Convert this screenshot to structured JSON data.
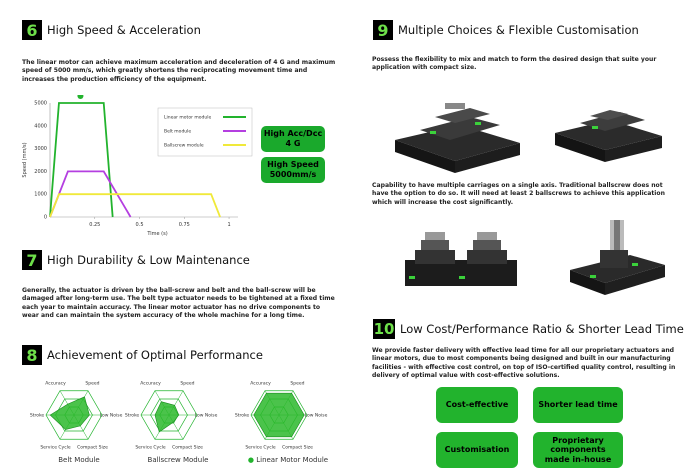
{
  "s6": {
    "num": "6",
    "title": "High Speed & Acceleration",
    "para": "The linear motor can achieve maximum acceleration and deceleration of 4 G and maximum speed of 5000 mm/s, which greatly shortens the reciprocating movement time and increases the production efficiency of the equipment."
  },
  "chart_data": {
    "type": "line",
    "ylabel": "Speed (mm/s)",
    "xlabel": "Time (s)",
    "yticks": [
      "5000",
      "4000",
      "3000",
      "2000",
      "1000",
      "0"
    ],
    "xticks": [
      "0.25",
      "0.5",
      "0.75",
      "1"
    ],
    "ylim": [
      0,
      5000
    ],
    "xlim": [
      0,
      1.05
    ],
    "series": [
      {
        "name": "Linear motor module",
        "color": "#22b32d",
        "x": [
          0,
          0.05,
          0.3,
          0.35
        ],
        "y": [
          0,
          5000,
          5000,
          0
        ]
      },
      {
        "name": "Belt module",
        "color": "#b43fe0",
        "x": [
          0,
          0.1,
          0.3,
          0.45
        ],
        "y": [
          0,
          2000,
          2000,
          0
        ]
      },
      {
        "name": "Ballscrew module",
        "color": "#f0e93a",
        "x": [
          0,
          0.05,
          0.9,
          0.95
        ],
        "y": [
          0,
          1000,
          1000,
          0
        ]
      }
    ],
    "legend_position": "top-right"
  },
  "badges": {
    "acc1": "High Acc/Dcc",
    "acc2": "4 G",
    "spd1": "High Speed",
    "spd2": "5000mm/s"
  },
  "s7": {
    "num": "7",
    "title": "High Durability & Low Maintenance",
    "para": "Generally, the actuator is driven by the ball-screw and belt and the ball-screw will be damaged after long-term use. The belt type actuator needs to be tightened at a fixed time each year to maintain accuracy. The linear motor actuator has no drive components to wear and can maintain the system accuracy of the whole machine for a long time."
  },
  "s8": {
    "num": "8",
    "title": "Achievement of Optimal Performance",
    "radar_labels": {
      "acc": "Accuracy",
      "spd": "Speed",
      "noise": "Low Noise",
      "size": "Compact Size",
      "cycle": "Service Cycle",
      "stroke": "Stroke"
    },
    "radars": [
      {
        "name": "Belt Module",
        "values": [
          0.45,
          0.75,
          0.55,
          0.45,
          0.6,
          0.85
        ]
      },
      {
        "name": "Ballscrew Module",
        "values": [
          0.55,
          0.4,
          0.35,
          0.3,
          0.7,
          0.5
        ]
      },
      {
        "name": "Linear Motor Module",
        "values": [
          0.9,
          0.9,
          0.9,
          0.9,
          0.9,
          0.9
        ]
      }
    ]
  },
  "s9": {
    "num": "9",
    "title": "Multiple Choices & Flexible Customisation",
    "para1": "Possess the flexibility to mix and match to form the desired design that suite your application with compact size.",
    "para2": "Capability to have multiple carriages on a single axis. Traditional ballscrew does not  have the option to do so. It will need at least 2 ballscrews to achieve this application which will increase the cost significantly."
  },
  "s10": {
    "num": "10",
    "title": "Low Cost/Performance Ratio & Shorter Lead Time",
    "para": "We provide faster delivery with effective lead time for all our proprietary actuators and linear motors, due to most components being designed and built in our manufacturing facilities - with effective cost control, on top of ISO-certified quality control, resulting in delivery of optimal value with cost-effective solutions.",
    "buttons": [
      "Cost-effective",
      "Shorter lead time",
      "Customisation",
      "Proprietary components made in-house"
    ]
  }
}
